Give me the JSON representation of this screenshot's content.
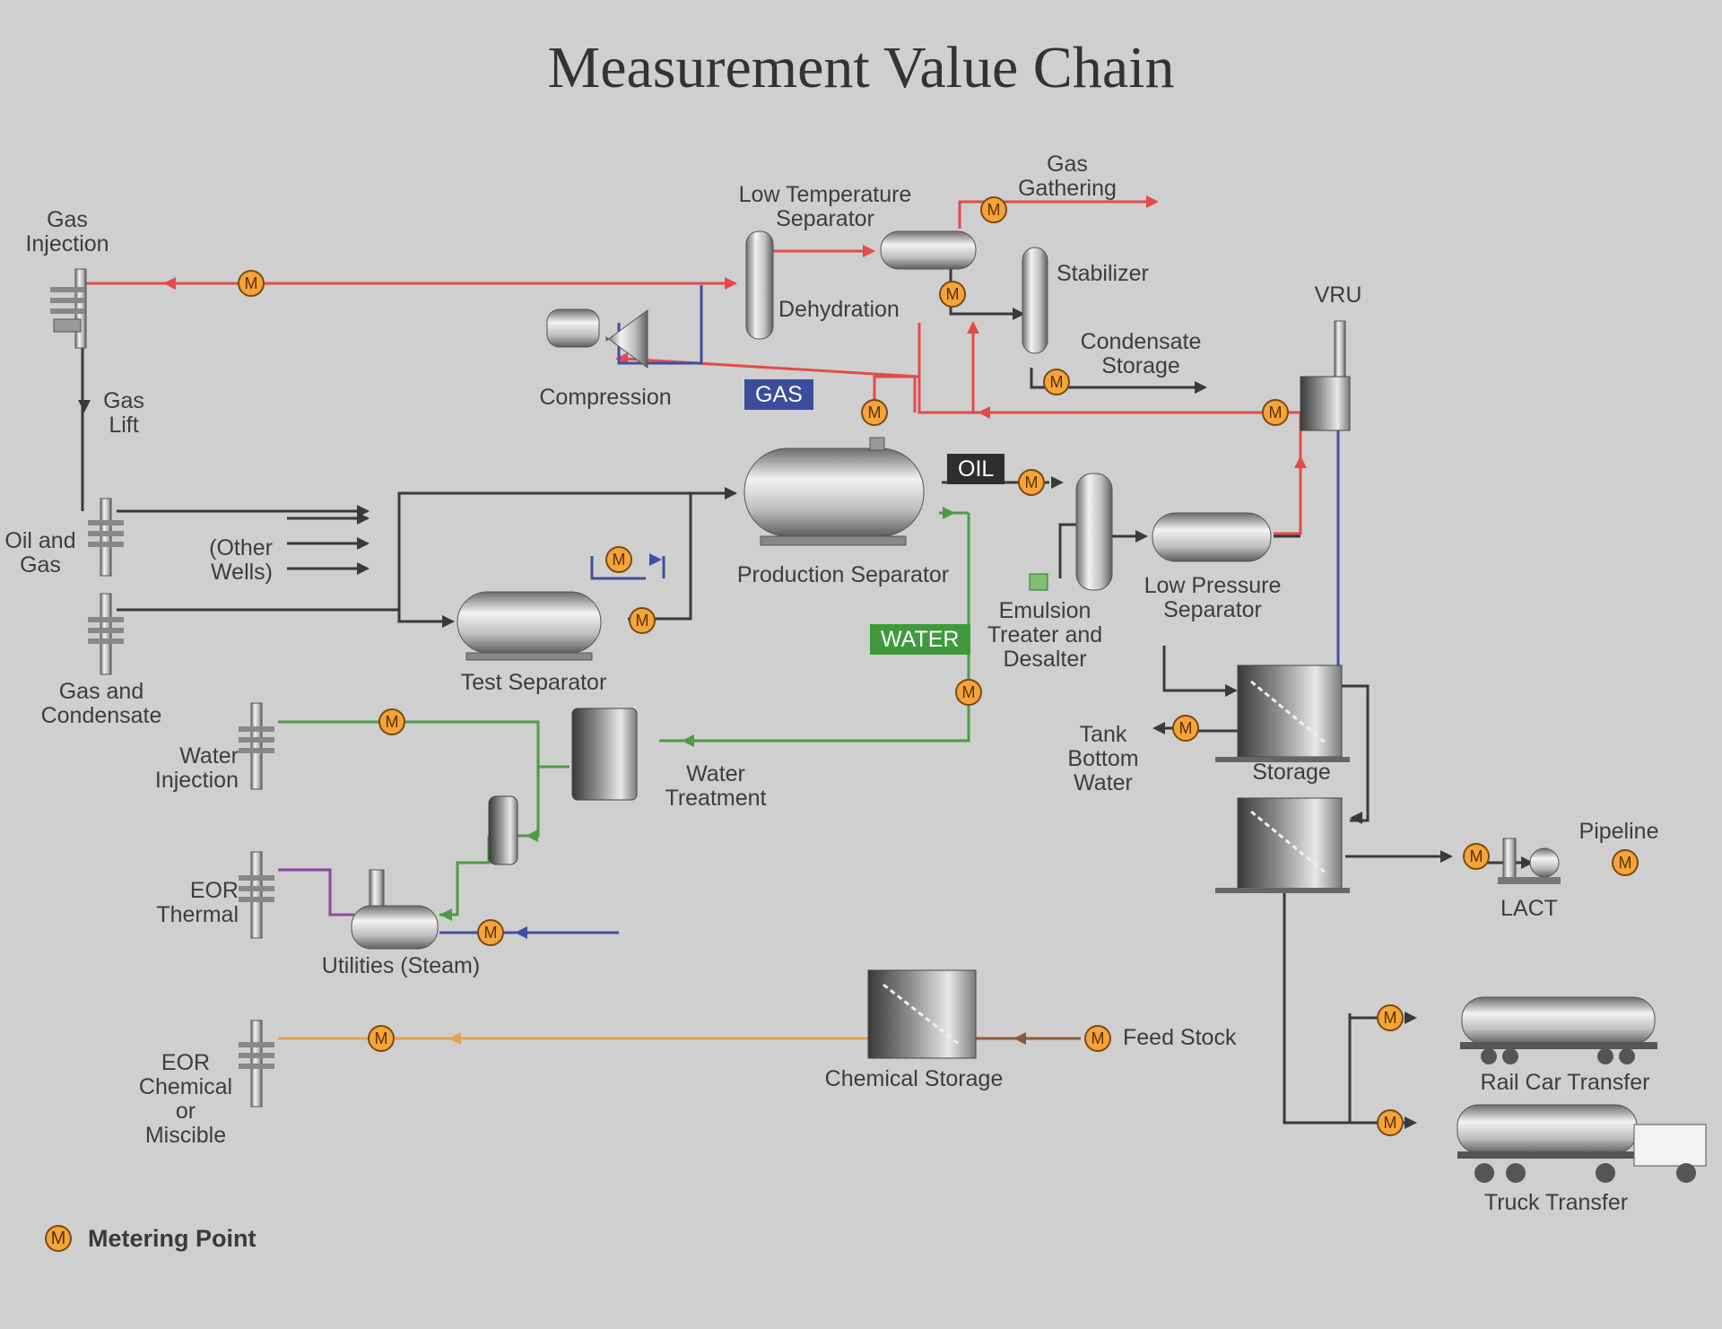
{
  "title": "Measurement Value Chain",
  "meter_symbol": "M",
  "legend": {
    "symbol": "M",
    "label": "Metering Point"
  },
  "tags": {
    "gas": "GAS",
    "oil": "OIL",
    "water": "WATER"
  },
  "labels": {
    "gas_injection": [
      "Gas",
      "Injection"
    ],
    "gas_lift": [
      "Gas",
      "Lift"
    ],
    "oil_and_gas": [
      "Oil and",
      "Gas"
    ],
    "other_wells": [
      "(Other",
      "Wells)"
    ],
    "gas_and_condensate": [
      "Gas and",
      "Condensate"
    ],
    "water_injection": [
      "Water",
      "Injection"
    ],
    "eor_thermal": [
      "EOR",
      "Thermal"
    ],
    "eor_chemical": [
      "EOR",
      "Chemical",
      "or",
      "Miscible"
    ],
    "low_temp_separator": [
      "Low Temperature",
      "Separator"
    ],
    "gas_gathering": [
      "Gas",
      "Gathering"
    ],
    "dehydration": "Dehydration",
    "stabilizer": "Stabilizer",
    "condensate_storage": [
      "Condensate",
      "Storage"
    ],
    "vru": "VRU",
    "compression": "Compression",
    "production_separator": "Production Separator",
    "test_separator": "Test Separator",
    "emulsion_treater": [
      "Emulsion",
      "Treater and",
      "Desalter"
    ],
    "low_pressure_separator": [
      "Low Pressure",
      "Separator"
    ],
    "water_treatment": [
      "Water",
      "Treatment"
    ],
    "tank_bottom_water": [
      "Tank",
      "Bottom",
      "Water"
    ],
    "storage": "Storage",
    "pipeline": "Pipeline",
    "lact": "LACT",
    "utilities_steam": "Utilities (Steam)",
    "chemical_storage": "Chemical Storage",
    "feed_stock": "Feed Stock",
    "rail_car_transfer": "Rail Car Transfer",
    "truck_transfer": "Truck Transfer"
  },
  "colors": {
    "gas": "#e24b4b",
    "oil": "#3a3a3a",
    "water": "#4e9a45",
    "utility": "#3e4fa0",
    "steam": "#8a4aa0",
    "chemical": "#e6a050",
    "feed": "#8a5a3a",
    "meter_fill": "#f5a43a",
    "background": "#cfcfcf"
  }
}
